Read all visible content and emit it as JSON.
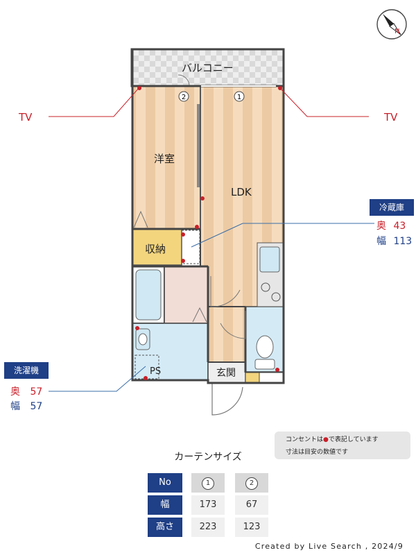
{
  "balcony": "バルコニー",
  "rooms": {
    "western_room": "洋室",
    "ldk": "LDK",
    "storage": "収納",
    "entrance": "玄関",
    "ps": "PS"
  },
  "window_markers": [
    "1",
    "2"
  ],
  "tv_left": "TV",
  "tv_right": "TV",
  "fridge": {
    "title": "冷蔵庫",
    "depth_label": "奥",
    "depth_value": "43",
    "width_label": "幅",
    "width_value": "113"
  },
  "washer": {
    "title": "洗濯機",
    "depth_label": "奥",
    "depth_value": "57",
    "width_label": "幅",
    "width_value": "57"
  },
  "note": {
    "line1_pre": "コンセントは",
    "line1_post": "で表記しています",
    "line2": "寸法は目安の数値です"
  },
  "curtain": {
    "title": "カーテンサイズ",
    "headers": [
      "No",
      "幅",
      "高さ"
    ],
    "columns": [
      {
        "no": "1",
        "width": "173",
        "height": "223"
      },
      {
        "no": "2",
        "width": "67",
        "height": "123"
      }
    ]
  },
  "credit": "Created by Live Search , 2024/9",
  "compass": "N",
  "colors": {
    "accent_navy": "#1f3f86",
    "outlet_red": "#c8202a",
    "floor_wood": "#f3d8b6",
    "storage_yellow": "#f3d57e",
    "wet_blue": "#d4ebf6"
  }
}
